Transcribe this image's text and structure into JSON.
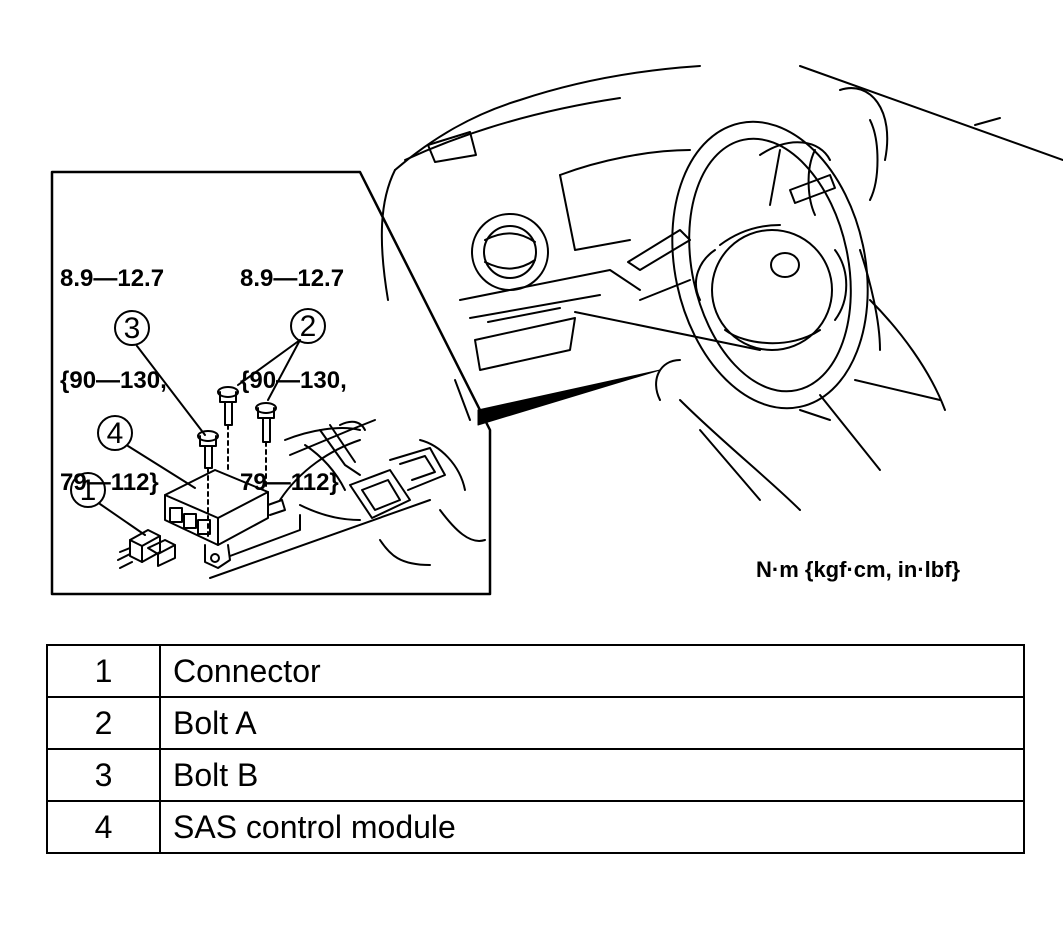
{
  "torque_left": [
    "8.9—12.7",
    "{90—130,",
    "79—112}"
  ],
  "torque_right": [
    "8.9—12.7",
    "{90—130,",
    "79—112}"
  ],
  "callouts": [
    "1",
    "2",
    "3",
    "4"
  ],
  "units": "N·m {kgf·cm, in·lbf}",
  "parts": [
    {
      "num": "1",
      "name": "Connector"
    },
    {
      "num": "2",
      "name": "Bolt A"
    },
    {
      "num": "3",
      "name": "Bolt B"
    },
    {
      "num": "4",
      "name": "SAS control module"
    }
  ]
}
